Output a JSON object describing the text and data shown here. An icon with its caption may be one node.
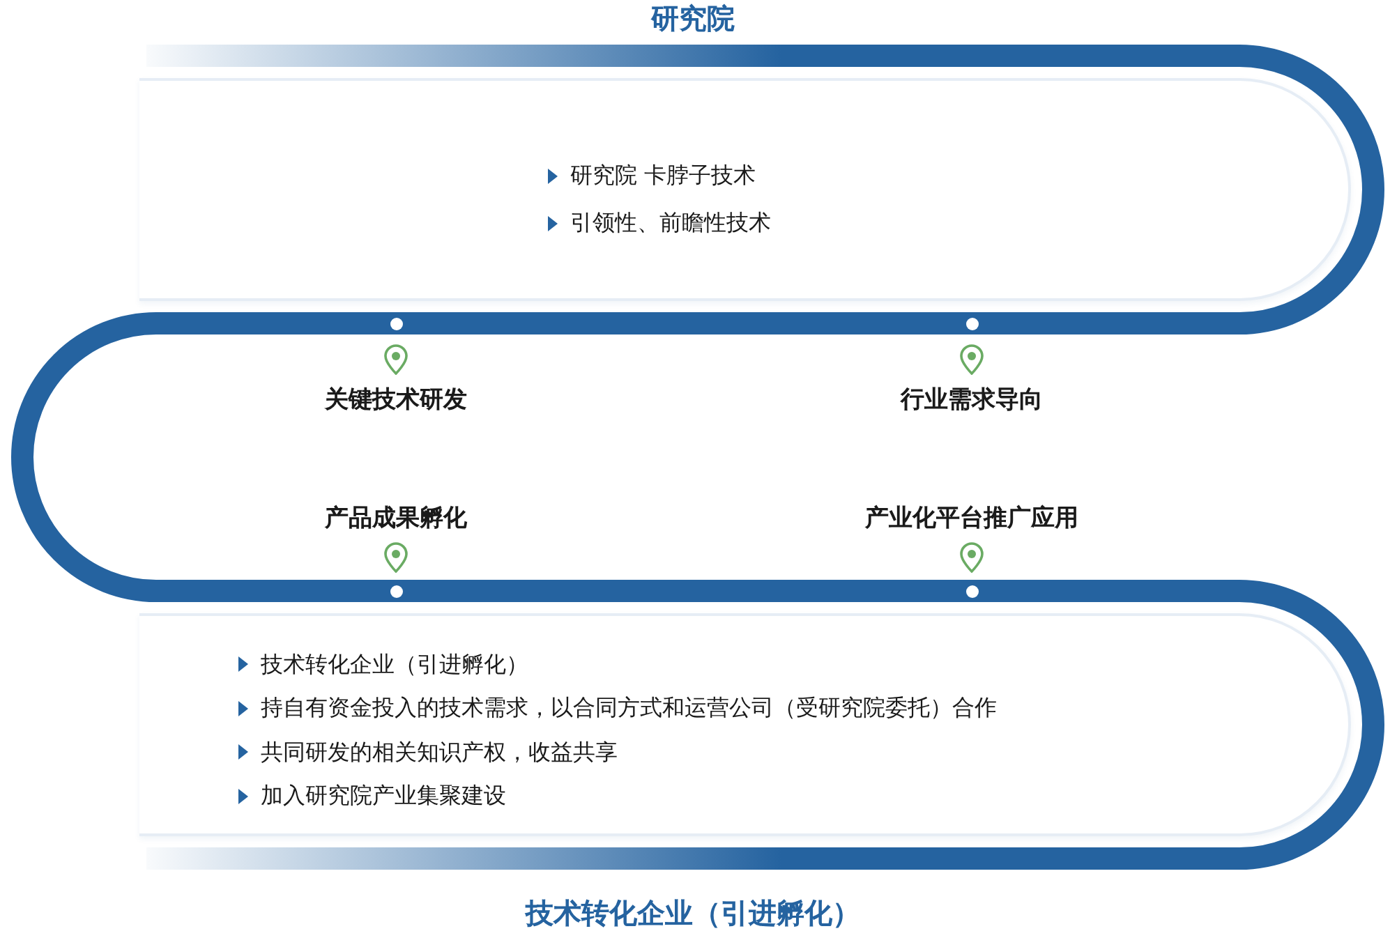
{
  "diagram": {
    "nodes": [
      {
        "text": [
          "研究院 卡脖子技术",
          "引领性、前瞻性技术"
        ]
      },
      {
        "text": [
          "技术转化企业（引进孵化）",
          "持自有资金投入的技术需求，以合同方式和运营公司（受研究院委托）合作",
          "共同研发的相关知识产权，收益共享",
          "加入研究院产业集聚建设"
        ]
      }
    ],
    "labels": [
      "研究院",
      "关键技术研发",
      "行业需求导向",
      "产品成果孵化",
      "产业化平台推广应用",
      "技术转化企业（引进孵化）"
    ]
  }
}
